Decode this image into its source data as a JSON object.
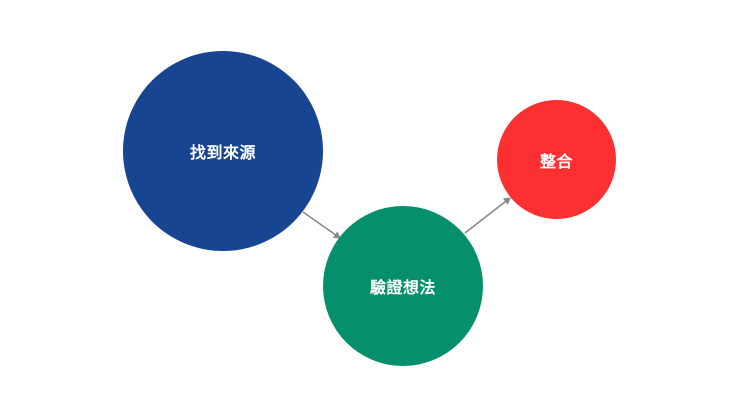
{
  "diagram": {
    "type": "flow",
    "nodes": [
      {
        "id": "find",
        "label": "找到來源",
        "color": "#184591",
        "shape": "circle"
      },
      {
        "id": "verify",
        "label": "驗證想法",
        "color": "#058f6a",
        "shape": "circle"
      },
      {
        "id": "integrate",
        "label": "整合",
        "color": "#fc3030",
        "shape": "circle"
      }
    ],
    "edges": [
      {
        "from": "find",
        "to": "verify",
        "color": "#888888"
      },
      {
        "from": "verify",
        "to": "integrate",
        "color": "#888888"
      }
    ],
    "background": "#ffffff"
  }
}
